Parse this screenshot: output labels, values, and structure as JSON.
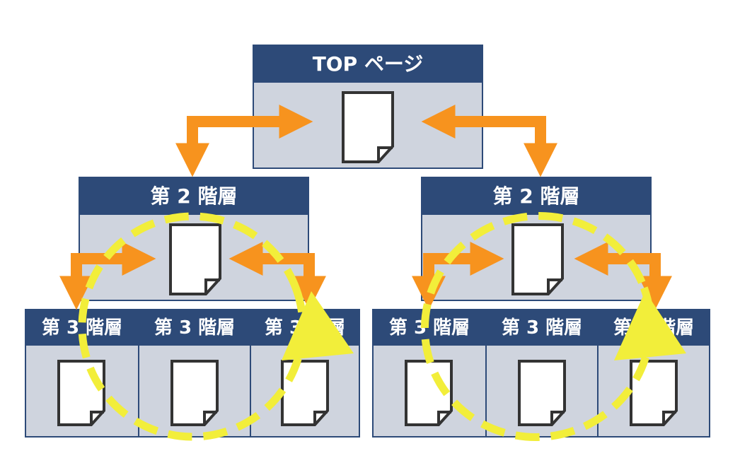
{
  "colors": {
    "header": "#2d4a78",
    "box_body": "#cfd4de",
    "arrow": "#f7931e",
    "cycle": "#f2ee3a",
    "doc_stroke": "#333333"
  },
  "top": {
    "label": "TOP ページ",
    "icon": "document-icon"
  },
  "level2": [
    {
      "label": "第 2 階層",
      "icon": "document-icon"
    },
    {
      "label": "第 2 階層",
      "icon": "document-icon"
    }
  ],
  "level3": [
    {
      "label": "第 3 階層"
    },
    {
      "label": "第 3 階層"
    },
    {
      "label": "第 3 階層"
    },
    {
      "label": "第 3 階層"
    },
    {
      "label": "第 3 階層"
    },
    {
      "label": "第 3 階層"
    }
  ]
}
